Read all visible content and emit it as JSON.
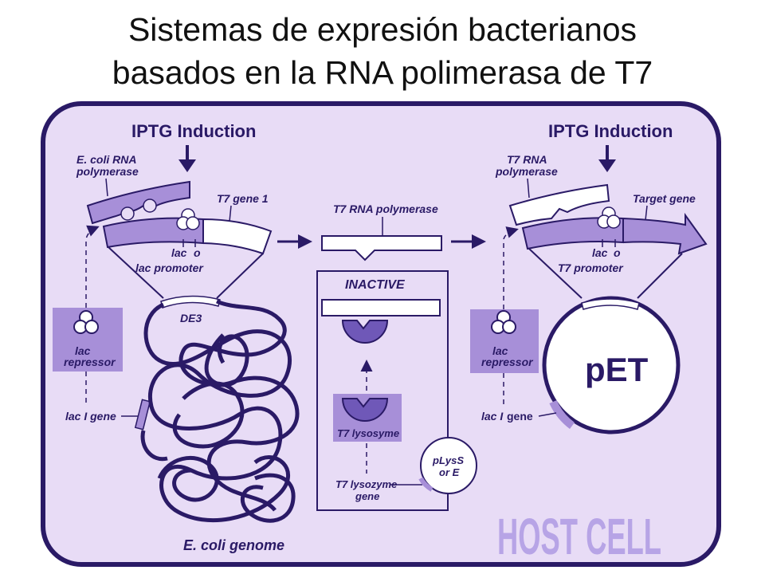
{
  "title": {
    "line1": "Sistemas de expresión bacterianos",
    "line2": "basados en la RNA polimerasa de T7"
  },
  "left": {
    "induction": "IPTG Induction",
    "ecoli_rnap_1": "E. coli RNA",
    "ecoli_rnap_2": "polymerase",
    "t7_gene1": "T7 gene 1",
    "lac": "lac",
    "o": "o",
    "lac_promoter": "lac promoter",
    "de3": "DE3",
    "repressor_1": "lac",
    "repressor_2": "repressor",
    "laci_gene": "lac I gene",
    "genome": "E. coli genome"
  },
  "middle": {
    "t7_rnap": "T7 RNA polymerase",
    "inactive": "INACTIVE",
    "lysosyme": "T7 lysosyme",
    "lysozyme_gene_1": "T7 lysozyme",
    "lysozyme_gene_2": "gene",
    "plyss_1": "pLysS",
    "plyss_2": "or E"
  },
  "right": {
    "induction": "IPTG Induction",
    "t7_rnap_1": "T7 RNA",
    "t7_rnap_2": "polymerase",
    "target_gene": "Target gene",
    "lac": "lac",
    "o": "o",
    "t7_promoter": "T7 promoter",
    "pet": "pET",
    "repressor_1": "lac",
    "repressor_2": "repressor",
    "laci_gene_a": "lac I",
    "laci_gene_b": "gene",
    "host_cell": "HOST CELL"
  },
  "colors": {
    "cell_fill": "#e8dcf6",
    "outline": "#2a1a66",
    "protein": "#a78fd8",
    "dark_protein": "#6f58b8",
    "host_cell_text": "#b7a4e6"
  }
}
